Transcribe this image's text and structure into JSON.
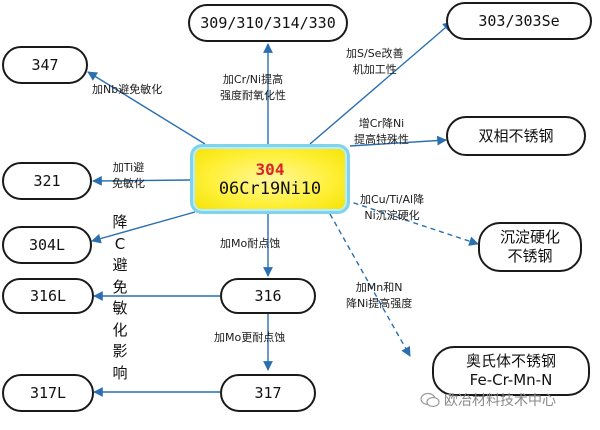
{
  "center": {
    "grade": "304",
    "code": "06Cr19Ni10"
  },
  "nodes": {
    "n309": "309/310/314/330",
    "n303": "303/303Se",
    "n347": "347",
    "n321": "321",
    "n304l": "304L",
    "n316l": "316L",
    "n317l": "317L",
    "duplex": "双相不锈钢",
    "ph": "沉淀硬化\n不锈钢",
    "n316": "316",
    "n317": "317",
    "austenitic": "奥氏体不锈钢\nFe-Cr-Mn-N"
  },
  "labels": {
    "nb": "加Nb避免敏化",
    "crni": "加Cr/Ni提高\n强度耐氧化性",
    "sse": "加S/Se改善\n机加工性",
    "crni2": "增Cr降Ni\n提高特殊性",
    "ti": "加Ti避\n免敏化",
    "cutial": "加Cu/Ti/Al降\nNi沉淀硬化",
    "mo": "加Mo耐点蚀",
    "mnn": "加Mn和N\n降Ni提高强度",
    "mo2": "加Mo更耐点蚀",
    "vertical": [
      "降",
      "C",
      "避",
      "免",
      "敏",
      "化",
      "影",
      "响"
    ]
  },
  "watermark": "欧冶材料技术中心",
  "colors": {
    "arrow": "#2a6fb0",
    "center_fill": "#fff03a",
    "center_border": "#7fd3ea",
    "grade": "#d8242a"
  }
}
